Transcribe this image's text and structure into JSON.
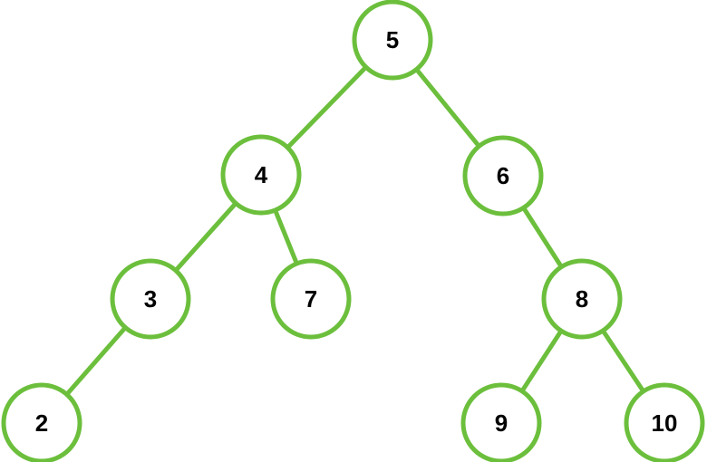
{
  "diagram": {
    "type": "binary-tree",
    "colors": {
      "accent": "#6cbf3c",
      "node_fill": "#ffffff",
      "label": "#000000"
    },
    "nodes": [
      {
        "id": "n5",
        "label": "5"
      },
      {
        "id": "n4",
        "label": "4"
      },
      {
        "id": "n6",
        "label": "6"
      },
      {
        "id": "n3",
        "label": "3"
      },
      {
        "id": "n7",
        "label": "7"
      },
      {
        "id": "n8",
        "label": "8"
      },
      {
        "id": "n2",
        "label": "2"
      },
      {
        "id": "n9",
        "label": "9"
      },
      {
        "id": "n10",
        "label": "10"
      }
    ],
    "edges": [
      {
        "from": "n5",
        "to": "n4"
      },
      {
        "from": "n5",
        "to": "n6"
      },
      {
        "from": "n4",
        "to": "n3"
      },
      {
        "from": "n4",
        "to": "n7"
      },
      {
        "from": "n6",
        "to": "n8"
      },
      {
        "from": "n3",
        "to": "n2"
      },
      {
        "from": "n8",
        "to": "n9"
      },
      {
        "from": "n8",
        "to": "n10"
      }
    ]
  }
}
